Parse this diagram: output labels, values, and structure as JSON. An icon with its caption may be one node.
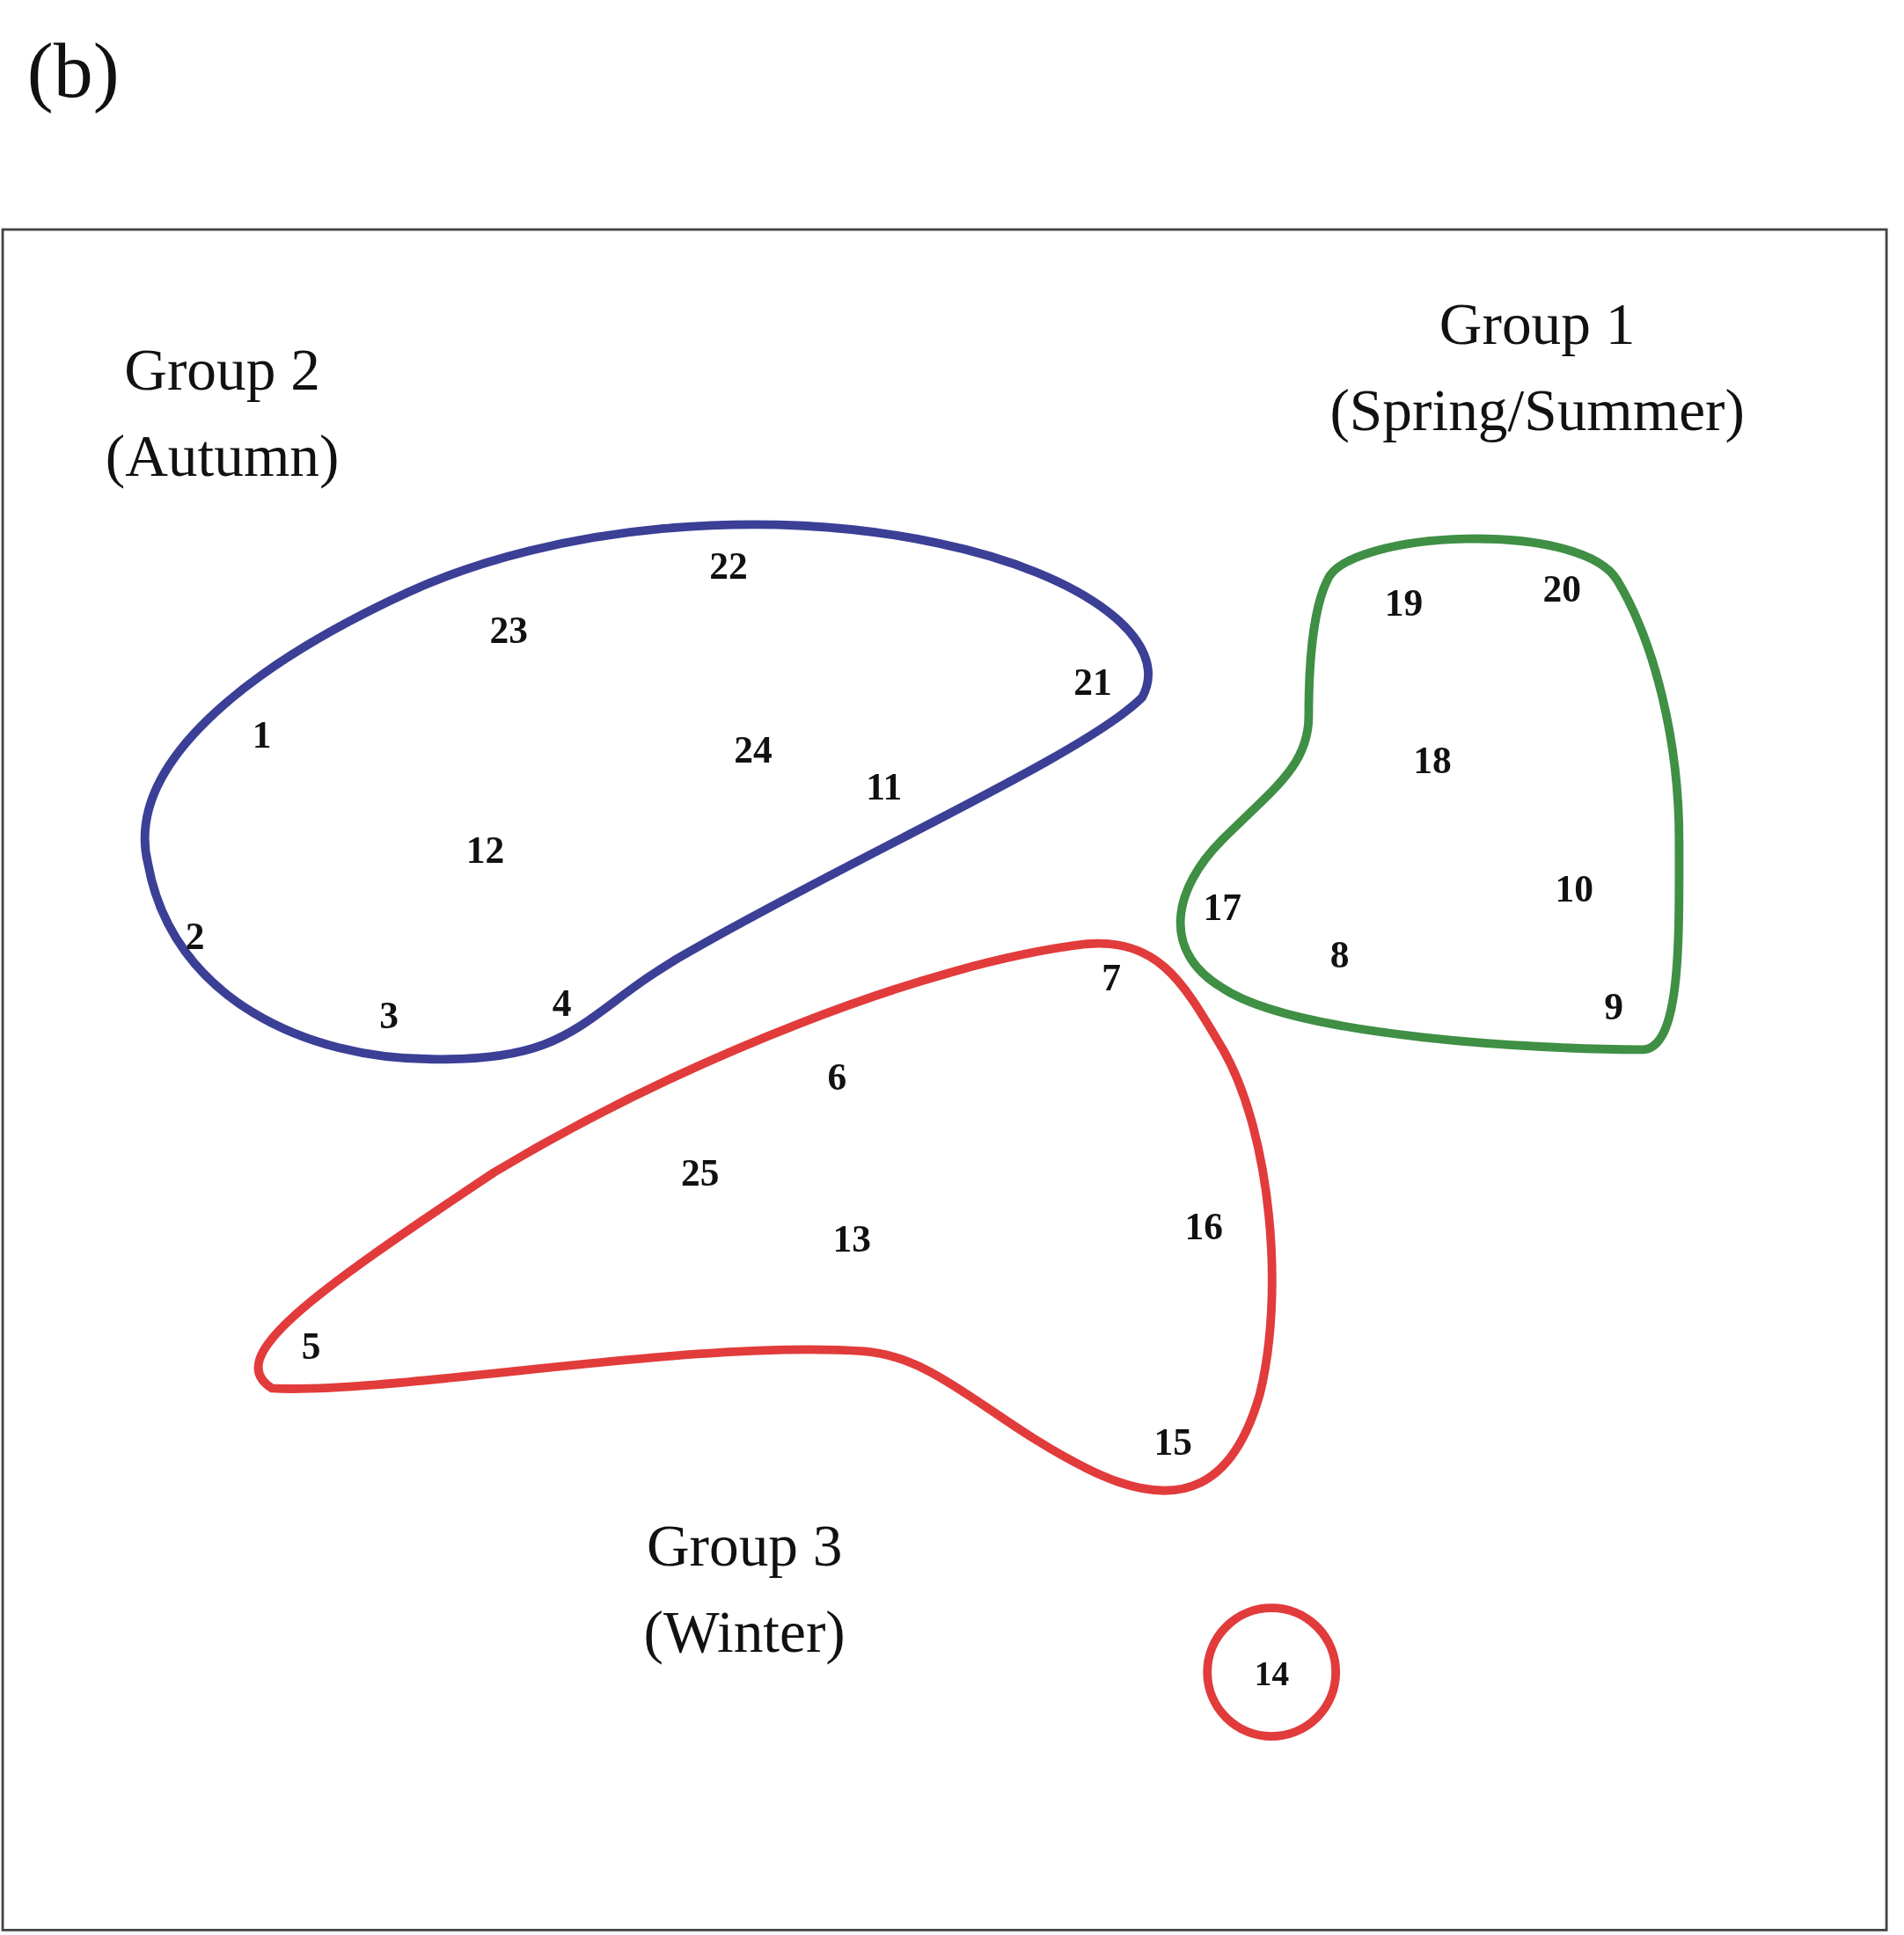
{
  "diagram": {
    "nodes": [
      {
        "text": [
          "Group 2 (Autumn)",
          "22",
          "23",
          "21",
          "1",
          "24",
          "11",
          "12",
          "2",
          "3",
          "4"
        ]
      },
      {
        "text": [
          "Group 1 (Spring/Summer)",
          "19",
          "20",
          "18",
          "17",
          "10",
          "8",
          "9"
        ]
      },
      {
        "text": [
          "Group 3 (Winter)",
          "7",
          "6",
          "25",
          "13",
          "16",
          "5",
          "15"
        ]
      },
      {
        "text": [
          "14"
        ]
      }
    ],
    "edges": [],
    "labels": [
      "(b)"
    ]
  }
}
